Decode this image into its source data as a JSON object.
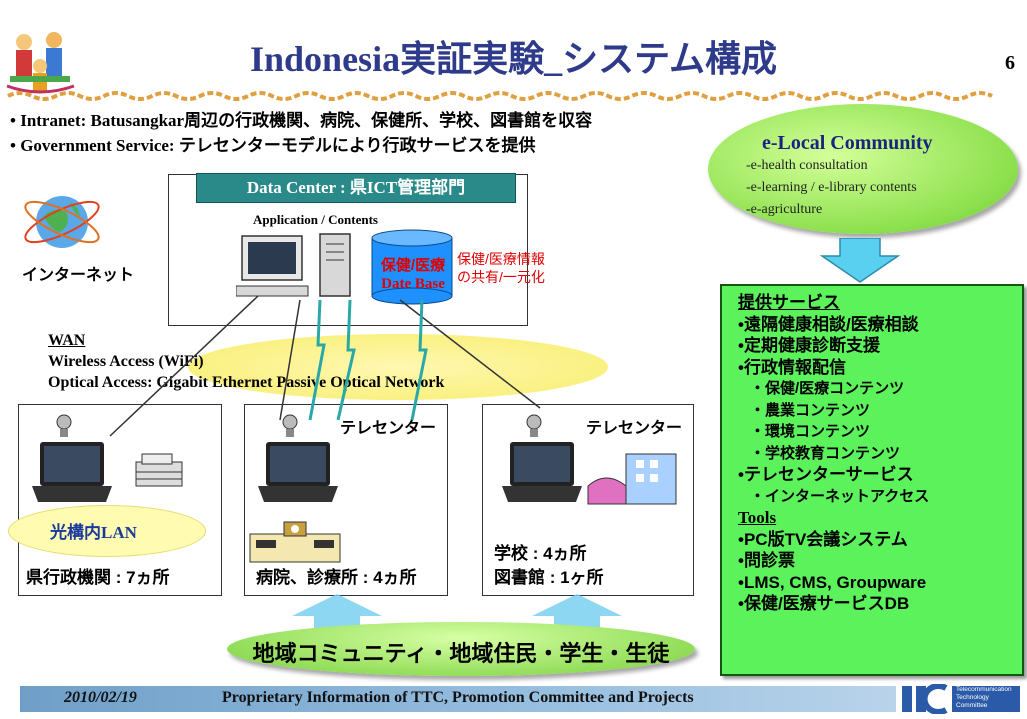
{
  "header": {
    "title": "Indonesia実証実験_システム構成",
    "page_number": "6"
  },
  "bullets": [
    "Intranet: Batusangkar周辺の行政機関、病院、保健所、学校、図書館を収容",
    "Government Service: テレセンターモデルにより行政サービスを提供"
  ],
  "community": {
    "title": "e-Local Community",
    "items": [
      "-e-health consultation",
      "-e-learning / e-library contents",
      "-e-agriculture"
    ]
  },
  "datacenter": {
    "header": "Data Center : 県ICT管理部門",
    "app_label": "Application / Contents",
    "db_line1": "保健/医療",
    "db_line2": "Date Base",
    "info_line1": "保健/医療情報",
    "info_line2": "の共有/一元化"
  },
  "internet_label": "インターネット",
  "wan": {
    "title": "WAN",
    "wireless": "Wireless Access (WiFi)",
    "optical": "Optical Access: Gigabit Ethernet Passive Optical Network"
  },
  "sites": {
    "left": {
      "lan": "光構内LAN",
      "label": "県行政機関 : 7ヵ所"
    },
    "middle": {
      "tele": "テレセンター",
      "label": "病院、診療所 : 4ヵ所"
    },
    "right": {
      "tele": "テレセンター",
      "label1": "学校 : 4ヵ所",
      "label2": "図書館 : 1ヶ所"
    }
  },
  "services": {
    "heading": "提供サービス",
    "items": [
      {
        "text": "•遠隔健康相談/医療相談",
        "sub": false
      },
      {
        "text": "•定期健康診断支援",
        "sub": false
      },
      {
        "text": "•行政情報配信",
        "sub": false
      },
      {
        "text": "・保健/医療コンテンツ",
        "sub": true
      },
      {
        "text": "・農業コンテンツ",
        "sub": true
      },
      {
        "text": "・環境コンテンツ",
        "sub": true
      },
      {
        "text": "・学校教育コンテンツ",
        "sub": true
      },
      {
        "text": "•テレセンターサービス",
        "sub": false
      },
      {
        "text": "・インターネットアクセス",
        "sub": true
      }
    ],
    "tools_heading": "Tools",
    "tools": [
      "•PC版TV会議システム",
      "•問診票",
      "•LMS, CMS, Groupware",
      "•保健/医療サービスDB"
    ]
  },
  "community_bar": "地域コミュニティ・地域住民・学生・生徒",
  "footer": {
    "date": "2010/02/19",
    "text": "Proprietary Information of TTC, Promotion Committee and Projects",
    "logo": "TTC",
    "logo_sub": [
      "Telecommunication",
      "Technology",
      "Committee"
    ]
  },
  "colors": {
    "title": "#2e3a8a",
    "dc_header": "#2a8a8a",
    "db": "#1e90ff",
    "services_bg": "#5cf25c",
    "arrow": "#5ad0f0",
    "footer_bar": "#7fa9d0"
  }
}
